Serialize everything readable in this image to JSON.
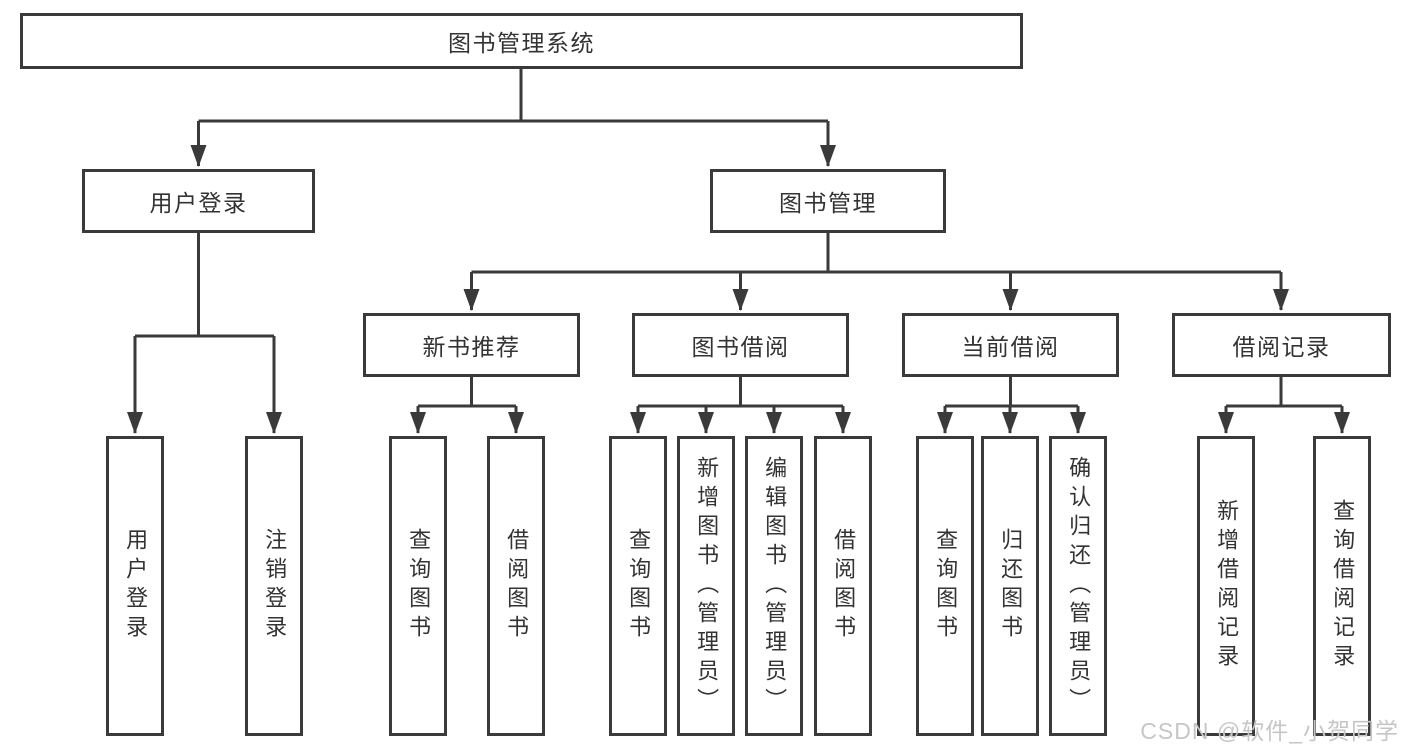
{
  "diagram": {
    "title": "图书管理系统",
    "colors": {
      "line": "#3a3a3a",
      "box_border": "#3a3a3a",
      "text": "#333333",
      "background": "#ffffff",
      "watermark": "#c6c6c6"
    }
  },
  "nodes": {
    "root": {
      "label": "图书管理系统"
    },
    "user_login": {
      "label": "用户登录",
      "children": [
        {
          "label": "用户登录"
        },
        {
          "label": "注销登录"
        }
      ]
    },
    "book_management": {
      "label": "图书管理"
    },
    "new_book_recommend": {
      "label": "新书推荐",
      "children": [
        {
          "label": "查询图书"
        },
        {
          "label": "借阅图书"
        }
      ]
    },
    "book_borrow": {
      "label": "图书借阅",
      "children": [
        {
          "label": "查询图书"
        },
        {
          "label": "新增图书（管理员）"
        },
        {
          "label": "编辑图书（管理员）"
        },
        {
          "label": "借阅图书"
        }
      ]
    },
    "current_borrow": {
      "label": "当前借阅",
      "children": [
        {
          "label": "查询图书"
        },
        {
          "label": "归还图书"
        },
        {
          "label": "确认归还（管理员）"
        }
      ]
    },
    "borrow_records": {
      "label": "借阅记录",
      "children": [
        {
          "label": "新增借阅记录"
        },
        {
          "label": "查询借阅记录"
        }
      ]
    }
  },
  "watermark": {
    "text": "CSDN @软件_小贺同学"
  }
}
